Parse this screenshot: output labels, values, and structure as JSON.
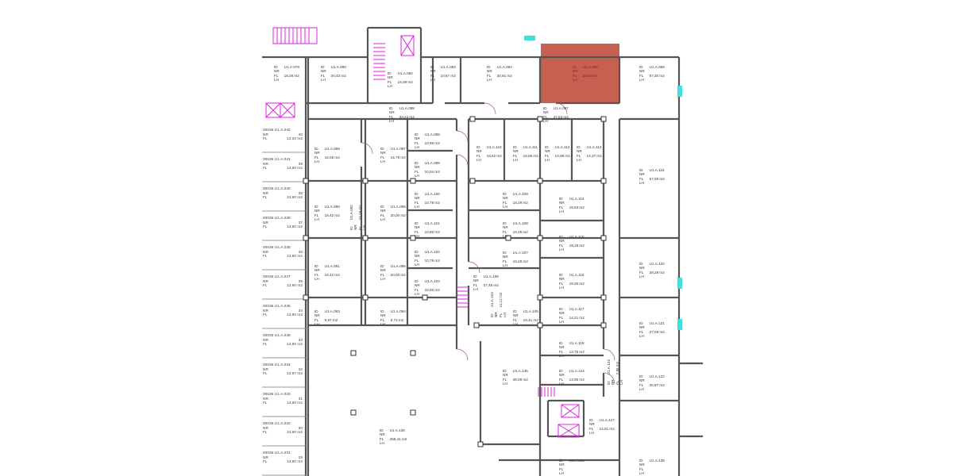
{
  "labels": {
    "id": "ID",
    "nr": "NR",
    "fl": "FL",
    "lh": "LH"
  },
  "colors": {
    "wall": "#555555",
    "highlight": "#c0503e",
    "stairs": "#e020e0",
    "window": "#40e0e0"
  },
  "highlighted_room": "U1.A.085",
  "rooms": [
    {
      "id": "U1.A.079",
      "area": "16,26 m2"
    },
    {
      "id": "U1.A.080",
      "area": "20,43 m2"
    },
    {
      "id": "U1.A.082",
      "area": "24,39 m2"
    },
    {
      "id": "U1.A.083",
      "area": "10,67 m2"
    },
    {
      "id": "U1.A.084",
      "area": "30,91 m2"
    },
    {
      "id": "U1.A.085",
      "area": "38,50 m2"
    },
    {
      "id": "U1.A.086",
      "area": "57,30 m2"
    },
    {
      "id": "U1.A.088",
      "area": "33,24 m2"
    },
    {
      "id": "U1.A.087",
      "area": "47,83 m2"
    },
    {
      "id": "U1.A.089",
      "area": "16,05 m2"
    },
    {
      "id": "U1.A.097",
      "area": "15,79 m2"
    },
    {
      "id": "U1.A.098",
      "area": "10,96 m2"
    },
    {
      "id": "U1.A.099",
      "area": "10,94 m2"
    },
    {
      "id": "U1.A.110",
      "area": "16,82 m2"
    },
    {
      "id": "U1.A.111",
      "area": "16,55 m2"
    },
    {
      "id": "U1.A.112",
      "area": "14,98 m2"
    },
    {
      "id": "U1.A.113",
      "area": "14,37 m2"
    },
    {
      "id": "U1.A.119",
      "area": "57,00 m2"
    },
    {
      "id": "U1.A.090",
      "area": "16,42 m2"
    },
    {
      "id": "U1.A.092",
      "area": "24,29 m2"
    },
    {
      "id": "U1.A.096",
      "area": "20,00 m2"
    },
    {
      "id": "U1.A.100",
      "area": "10,79 m2"
    },
    {
      "id": "U1.A.101",
      "area": "10,80 m2"
    },
    {
      "id": "U1.A.109",
      "area": "16,29 m2"
    },
    {
      "id": "U1.A.114",
      "area": "19,53 m2"
    },
    {
      "id": "U1.A.108",
      "area": "16,35 m2"
    },
    {
      "id": "U1.A.115",
      "area": "19,18 m2"
    },
    {
      "id": "U1.A.091",
      "area": "16,42 m2"
    },
    {
      "id": "U1.A.095",
      "area": "20,00 m2"
    },
    {
      "id": "U1.A.102",
      "area": "10,79 m2"
    },
    {
      "id": "U1.A.107",
      "area": "16,29 m2"
    },
    {
      "id": "U1.A.120",
      "area": "28,29 m2"
    },
    {
      "id": "U1.A.103",
      "area": "22,60 m2"
    },
    {
      "id": "U1.A.106",
      "area": "37,45 m2"
    },
    {
      "id": "U1.A.116",
      "area": "19,30 m2"
    },
    {
      "id": "U1.A.093",
      "area": "9,87 m2"
    },
    {
      "id": "U1.A.094",
      "area": "9,73 m2"
    },
    {
      "id": "U1.A.104",
      "area": "11,12 m2"
    },
    {
      "id": "U1.A.105",
      "area": "16,41 m2"
    },
    {
      "id": "U1.A.117",
      "area": "14,21 m2"
    },
    {
      "id": "U1.A.121",
      "area": "27,08 m2"
    },
    {
      "id": "U1.A.118",
      "area": "13,75 m2"
    },
    {
      "id": "U1.A.135",
      "area": "49,09 m2"
    },
    {
      "id": "U1.A.124",
      "area": "13,95 m2"
    },
    {
      "id": "U1.A.123",
      "area": "7,86 m2"
    },
    {
      "id": "U1.A.122",
      "area": "20,97 m2"
    },
    {
      "id": "U1.A.127",
      "area": "12,81 m2"
    },
    {
      "id": "U1.A.136",
      "area": "256,41 m2"
    },
    {
      "id": "U1.A.126",
      "area": ""
    },
    {
      "id": "U1.A.138",
      "area": ""
    }
  ],
  "parking_list": [
    {
      "code": "00036 U1.A.042",
      "nr": "40",
      "fl": "13,32 m2"
    },
    {
      "code": "00036 U1.A.041",
      "nr": "39",
      "fl": "13,90 m2"
    },
    {
      "code": "00036 U1.A.040",
      "nr": "38",
      "fl": "13,90 m2"
    },
    {
      "code": "00036 U1.A.039",
      "nr": "37",
      "fl": "13,90 m2"
    },
    {
      "code": "00036 U1.A.038",
      "nr": "36",
      "fl": "13,90 m2"
    },
    {
      "code": "00036 U1.A.037",
      "nr": "35",
      "fl": "13,90 m2"
    },
    {
      "code": "00036 U1.A.036",
      "nr": "34",
      "fl": "13,90 m2"
    },
    {
      "code": "00036 U1.A.035",
      "nr": "33",
      "fl": "13,90 m2"
    },
    {
      "code": "00036 U1.A.034",
      "nr": "32",
      "fl": "13,87 m2"
    },
    {
      "code": "00036 U1.A.033",
      "nr": "31",
      "fl": "13,90 m2"
    },
    {
      "code": "00036 U1.A.032",
      "nr": "30",
      "fl": "13,90 m2"
    },
    {
      "code": "00036 U1.A.031",
      "nr": "29",
      "fl": "13,90 m2"
    }
  ]
}
